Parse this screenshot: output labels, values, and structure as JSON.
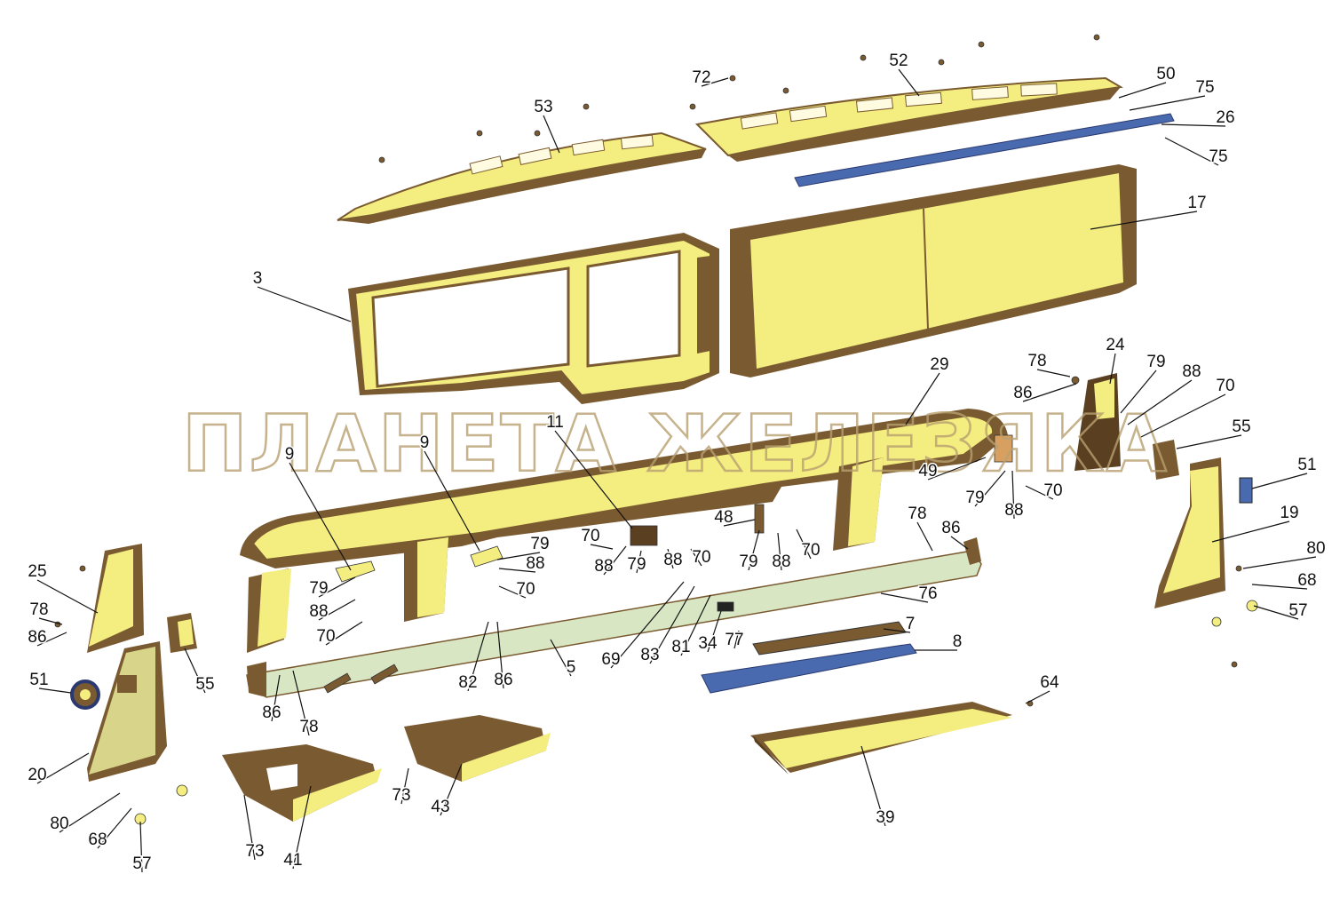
{
  "watermark": "ПЛАНЕТА ЖЕЛЕЗЯКА",
  "colors": {
    "part_fill": "#f4ee80",
    "part_shadow": "#7a5a30",
    "blue_strip": "#4a6ab0",
    "rail": "#d9e6c4",
    "leader": "#111111"
  },
  "callouts": [
    {
      "id": "c53",
      "text": "53"
    },
    {
      "id": "c72",
      "text": "72"
    },
    {
      "id": "c52",
      "text": "52"
    },
    {
      "id": "c50",
      "text": "50"
    },
    {
      "id": "c75a",
      "text": "75"
    },
    {
      "id": "c26",
      "text": "26"
    },
    {
      "id": "c75b",
      "text": "75"
    },
    {
      "id": "c17",
      "text": "17"
    },
    {
      "id": "c3",
      "text": "3"
    },
    {
      "id": "c29",
      "text": "29"
    },
    {
      "id": "c24",
      "text": "24"
    },
    {
      "id": "c78a",
      "text": "78"
    },
    {
      "id": "c86a",
      "text": "86"
    },
    {
      "id": "c79a",
      "text": "79"
    },
    {
      "id": "c88a",
      "text": "88"
    },
    {
      "id": "c70a",
      "text": "70"
    },
    {
      "id": "c55a",
      "text": "55"
    },
    {
      "id": "c51a",
      "text": "51"
    },
    {
      "id": "c49",
      "text": "49"
    },
    {
      "id": "c79b",
      "text": "79"
    },
    {
      "id": "c88b",
      "text": "88"
    },
    {
      "id": "c70b",
      "text": "70"
    },
    {
      "id": "c11",
      "text": "11"
    },
    {
      "id": "c9a",
      "text": "9"
    },
    {
      "id": "c9b",
      "text": "9"
    },
    {
      "id": "c48",
      "text": "48"
    },
    {
      "id": "c79c",
      "text": "79"
    },
    {
      "id": "c88c",
      "text": "88"
    },
    {
      "id": "c70c",
      "text": "70"
    },
    {
      "id": "c70d",
      "text": "70"
    },
    {
      "id": "c88d",
      "text": "88"
    },
    {
      "id": "c79d",
      "text": "79"
    },
    {
      "id": "c88e",
      "text": "88"
    },
    {
      "id": "c70e",
      "text": "70"
    },
    {
      "id": "c78b",
      "text": "78"
    },
    {
      "id": "c86b",
      "text": "86"
    },
    {
      "id": "c19",
      "text": "19"
    },
    {
      "id": "c80a",
      "text": "80"
    },
    {
      "id": "c68a",
      "text": "68"
    },
    {
      "id": "c57a",
      "text": "57"
    },
    {
      "id": "c79e",
      "text": "79"
    },
    {
      "id": "c88f",
      "text": "88"
    },
    {
      "id": "c70f",
      "text": "70"
    },
    {
      "id": "c79f",
      "text": "79"
    },
    {
      "id": "c88g",
      "text": "88"
    },
    {
      "id": "c70g",
      "text": "70"
    },
    {
      "id": "c76",
      "text": "76"
    },
    {
      "id": "c7",
      "text": "7"
    },
    {
      "id": "c8",
      "text": "8"
    },
    {
      "id": "c69",
      "text": "69"
    },
    {
      "id": "c83",
      "text": "83"
    },
    {
      "id": "c81",
      "text": "81"
    },
    {
      "id": "c34",
      "text": "34"
    },
    {
      "id": "c77",
      "text": "77"
    },
    {
      "id": "c5",
      "text": "5"
    },
    {
      "id": "c82",
      "text": "82"
    },
    {
      "id": "c86c",
      "text": "86"
    },
    {
      "id": "c79g",
      "text": "79"
    },
    {
      "id": "c88h",
      "text": "88"
    },
    {
      "id": "c70h",
      "text": "70"
    },
    {
      "id": "c25",
      "text": "25"
    },
    {
      "id": "c78c",
      "text": "78"
    },
    {
      "id": "c86d",
      "text": "86"
    },
    {
      "id": "c55b",
      "text": "55"
    },
    {
      "id": "c51b",
      "text": "51"
    },
    {
      "id": "c20",
      "text": "20"
    },
    {
      "id": "c80b",
      "text": "80"
    },
    {
      "id": "c68b",
      "text": "68"
    },
    {
      "id": "c57b",
      "text": "57"
    },
    {
      "id": "c86e",
      "text": "86"
    },
    {
      "id": "c78d",
      "text": "78"
    },
    {
      "id": "c73a",
      "text": "73"
    },
    {
      "id": "c41",
      "text": "41"
    },
    {
      "id": "c73b",
      "text": "73"
    },
    {
      "id": "c43",
      "text": "43"
    },
    {
      "id": "c39",
      "text": "39"
    },
    {
      "id": "c64",
      "text": "64"
    }
  ]
}
